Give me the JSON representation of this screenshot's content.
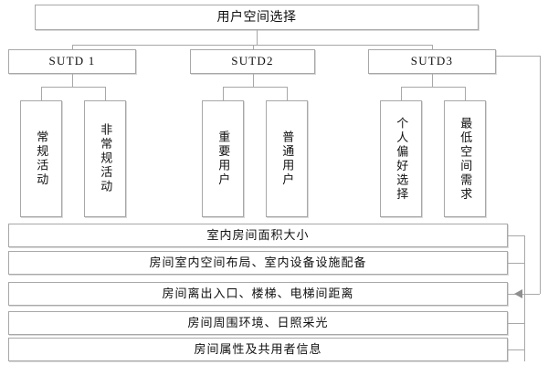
{
  "diagram": {
    "title": "用户空间选择",
    "root": {
      "label": "用户空间选择"
    },
    "tiers": {
      "groups": [
        {
          "id": "sutd-1",
          "label": "SUTD 1",
          "children": [
            {
              "id": "leaf-a",
              "label": "常规活动"
            },
            {
              "id": "leaf-b",
              "label": "非常规活动"
            }
          ]
        },
        {
          "id": "sutd-2",
          "label": "SUTD2",
          "children": [
            {
              "id": "leaf-c",
              "label": "重要用户"
            },
            {
              "id": "leaf-d",
              "label": "普通用户"
            }
          ]
        },
        {
          "id": "sutd-3",
          "label": "SUTD3",
          "children": [
            {
              "id": "leaf-e",
              "label": "个人偏好选择"
            },
            {
              "id": "leaf-f",
              "label": "最低空间需求"
            }
          ]
        }
      ]
    },
    "attributes": {
      "bars": [
        {
          "id": "bar-0",
          "label": "室内房间面积大小"
        },
        {
          "id": "bar-1",
          "label": "房间室内空间布局、室内设备设施配备"
        },
        {
          "id": "bar-2",
          "label": "房间离出入口、楼梯、电梯间距离"
        },
        {
          "id": "bar-3",
          "label": "房间周围环境、日照采光"
        },
        {
          "id": "bar-4",
          "label": "房间属性及共用者信息"
        }
      ]
    },
    "colors": {
      "line": "#a8a8a8",
      "box_border": "#a8a8a8",
      "box_fill": "#ffffff",
      "text": "#101010",
      "arrow": "#8f8f8f",
      "shadow": "#d8d8d8"
    }
  }
}
